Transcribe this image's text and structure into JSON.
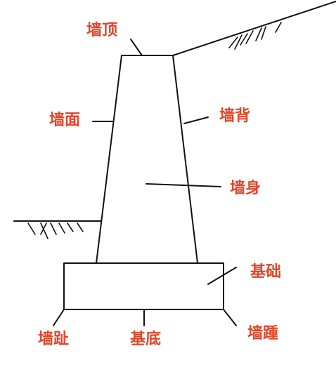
{
  "labels": {
    "wall_top": "墙顶",
    "wall_face": "墙面",
    "wall_back": "墙背",
    "wall_body": "墙身",
    "foundation": "基础",
    "wall_toe": "墙趾",
    "base": "基底",
    "wall_heel": "墙踵"
  },
  "colors": {
    "label": "#e2452a",
    "line": "#111111",
    "background": "#ffffff"
  }
}
